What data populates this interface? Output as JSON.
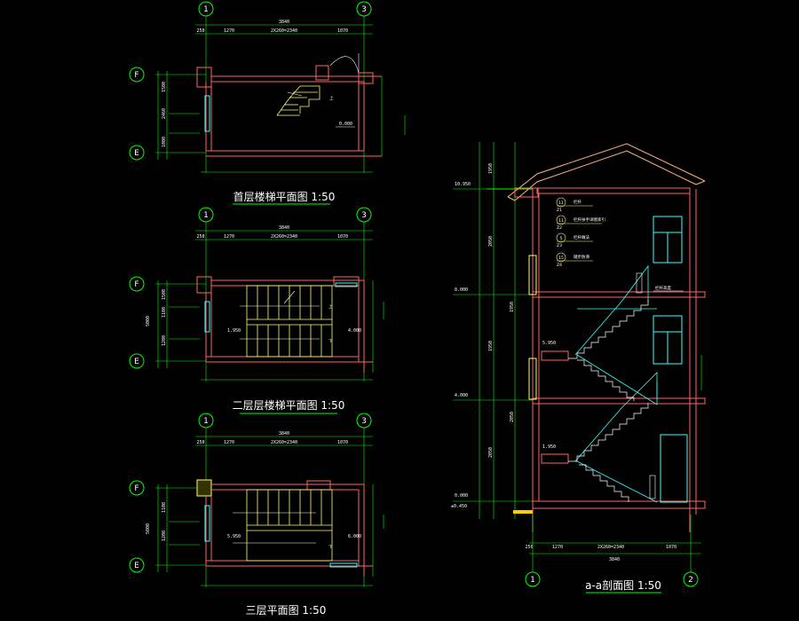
{
  "colors": {
    "background": "#000000",
    "dimension": "#00ff00",
    "wall": "#ff6666",
    "wall_fill": "#c06060",
    "stair": "#ffff66",
    "window": "#33ffff",
    "roof": "#ffb080",
    "text": "#ffffff",
    "ground": "#ffcc00"
  },
  "plans": [
    {
      "title": "首层楼梯平面图 1:50",
      "axis_left": "1",
      "axis_right": "3",
      "axis_top": "F",
      "axis_bottom": "E",
      "overall_dim": "3840",
      "segment_dims": [
        "250",
        "1270",
        "2X260=2340",
        "1070"
      ],
      "side_dims": [
        "1500",
        "2460",
        "1000"
      ],
      "up_label": "上",
      "level_labels": [
        "0.000"
      ]
    },
    {
      "title": "二层层楼梯平面图 1:50",
      "axis_left": "1",
      "axis_right": "3",
      "axis_top": "F",
      "axis_bottom": "E",
      "overall_dim": "3840",
      "segment_dims": [
        "250",
        "1270",
        "2X260=2340",
        "1070"
      ],
      "side_dims": [
        "1500",
        "1100",
        "1200",
        "5000"
      ],
      "up_label": "上",
      "down_label": "下",
      "level_labels": [
        "1.950",
        "4.000"
      ]
    },
    {
      "title": "三层平面图 1:50",
      "axis_left": "1",
      "axis_right": "3",
      "axis_top": "F",
      "axis_bottom": "E",
      "overall_dim": "3840",
      "segment_dims": [
        "250",
        "1270",
        "2X260=2340",
        "1070"
      ],
      "side_dims": [
        "1100",
        "1200",
        "5000"
      ],
      "down_label": "下",
      "level_labels": [
        "5.950",
        "6.000"
      ]
    }
  ],
  "section": {
    "title": "a-a剖面图 1:50",
    "axis_left": "1",
    "axis_right": "2",
    "overall_dim": "3840",
    "segment_dims": [
      "250",
      "1270",
      "2X260=2340",
      "1070"
    ],
    "level_labels": [
      "10.950",
      "8.000",
      "5.950",
      "4.000",
      "1.950",
      "0.000",
      "±0.450"
    ],
    "floor_dims": [
      "1950",
      "2050",
      "1950",
      "2050",
      "1950",
      "2050"
    ],
    "stair_notes": [
      {
        "num": "11",
        "ref": "Z1",
        "text": "栏杆"
      },
      {
        "num": "11",
        "ref": "Z2",
        "text": "栏杆扶手详图索引"
      },
      {
        "num": "5",
        "ref": "Z3",
        "text": "栏杆做法"
      },
      {
        "num": "15",
        "ref": "Z4",
        "text": "踏步防滑"
      }
    ],
    "railing_label": "栏杆高度"
  }
}
